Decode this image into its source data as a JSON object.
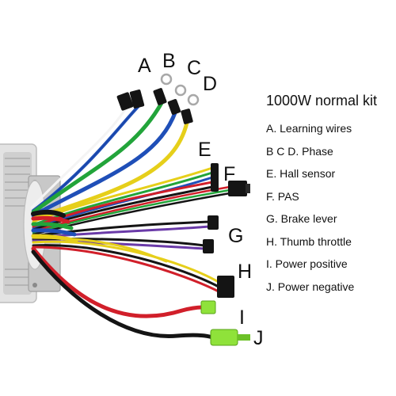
{
  "callouts": {
    "a": "A",
    "b": "B",
    "c": "C",
    "d": "D",
    "e": "E",
    "f": "F",
    "g": "G",
    "h": "H",
    "i": "I",
    "j": "J"
  },
  "legend": {
    "title": "1000W normal kit",
    "items": [
      "A. Learning wires",
      "B C D. Phase",
      "E. Hall sensor",
      "F. PAS",
      "G. Brake lever",
      "H. Thumb throttle",
      "I. Power positive",
      "J. Power negative"
    ]
  },
  "colors": {
    "blue": "#1f4fb8",
    "green": "#22a43a",
    "yellow": "#e6cf1a",
    "red": "#d11f2a",
    "black": "#141414",
    "white": "#f4f4f4",
    "purple": "#6a3aa8",
    "lime_connector": "#8fe23a",
    "controller_body": "#d9d9d9"
  }
}
